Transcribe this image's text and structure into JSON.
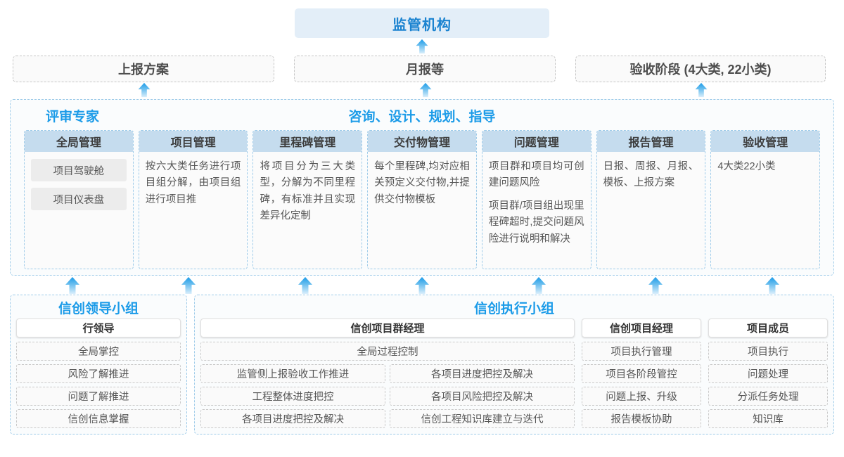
{
  "colors": {
    "accent_blue": "#1b9be8",
    "title_blue": "#1b83d0",
    "header_fill": "#c5dcee",
    "regulator_fill": "#e3eef8",
    "dashed_blue": "#9ecbe9",
    "dashed_gray": "#c6c6c6"
  },
  "regulator": {
    "label": "监管机构"
  },
  "reports": [
    {
      "label": "上报方案"
    },
    {
      "label": "月报等"
    },
    {
      "label": "验收阶段 (4大类, 22小类)"
    }
  ],
  "middle": {
    "left_title": "评审专家",
    "center_title": "咨询、设计、规划、指导",
    "columns": [
      {
        "head": "全局管理",
        "pills": [
          "项目驾驶舱",
          "项目仪表盘"
        ],
        "texts": []
      },
      {
        "head": "项目管理",
        "pills": [],
        "texts": [
          "按六大类任务进行项目组分解，由项目组进行项目推"
        ]
      },
      {
        "head": "里程碑管理",
        "pills": [],
        "texts": [
          "将项目分为三大类型，分解为不同里程碑，有标准并且实现差异化定制"
        ]
      },
      {
        "head": "交付物管理",
        "pills": [],
        "texts": [
          "每个里程碑,均对应相关预定义交付物,并提供交付物模板"
        ]
      },
      {
        "head": "问题管理",
        "pills": [],
        "texts": [
          "项目群和项目均可创建问题风险",
          "项目群/项目组出现里程碑超时,提交问题风险进行说明和解决"
        ]
      },
      {
        "head": "报告管理",
        "pills": [],
        "texts": [
          "日报、周报、月报、模板、上报方案"
        ]
      },
      {
        "head": "验收管理",
        "pills": [],
        "texts": [
          "4大类22小类"
        ]
      }
    ]
  },
  "bottom": {
    "leading_group": {
      "title": "信创领导小组",
      "role_head": "行领导",
      "tasks": [
        "全局掌控",
        "风险了解推进",
        "问题了解推进",
        "信创信息掌握"
      ]
    },
    "exec_group": {
      "title": "信创执行小组",
      "program_manager": {
        "role_head": "信创项目群经理",
        "full_width_task": "全局过程控制",
        "left_tasks": [
          "监管侧上报验收工作推进",
          "工程整体进度把控",
          "各项目进度把控及解决"
        ],
        "right_tasks": [
          "各项目进度把控及解决",
          "各项目风险把控及解决",
          "信创工程知识库建立与迭代"
        ]
      },
      "project_manager": {
        "role_head": "信创项目经理",
        "tasks": [
          "项目执行管理",
          "项目各阶段管控",
          "问题上报、升级",
          "报告模板协助"
        ]
      },
      "project_member": {
        "role_head": "项目成员",
        "tasks": [
          "项目执行",
          "问题处理",
          "分派任务处理",
          "知识库"
        ]
      }
    }
  },
  "icons": {
    "arrow_up": "arrow-up-icon"
  }
}
